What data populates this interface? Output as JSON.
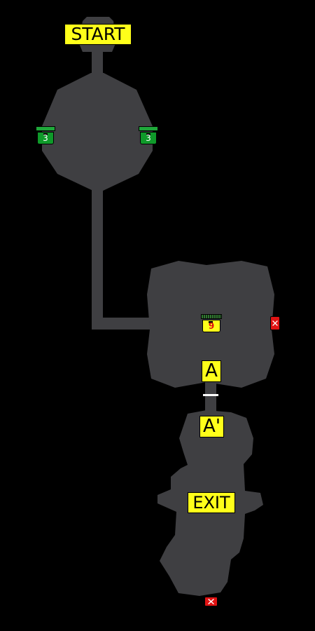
{
  "map": {
    "background": "#000000",
    "floor_color": "#3f3f42",
    "label_color": "#ffff1a",
    "labels": {
      "start": "START",
      "warp_a": "A",
      "warp_a_prime": "A'",
      "exit": "EXIT"
    },
    "chests": [
      {
        "id": "chest-left",
        "count": "3",
        "color": "green"
      },
      {
        "id": "chest-right",
        "count": "3",
        "color": "green"
      },
      {
        "id": "chest-center",
        "count": "9",
        "color": "yellow"
      }
    ],
    "blocked_markers": [
      {
        "id": "blocked-east",
        "icon": "x-icon",
        "color": "#e01313"
      },
      {
        "id": "blocked-south",
        "icon": "x-icon",
        "color": "#e01313"
      }
    ]
  }
}
